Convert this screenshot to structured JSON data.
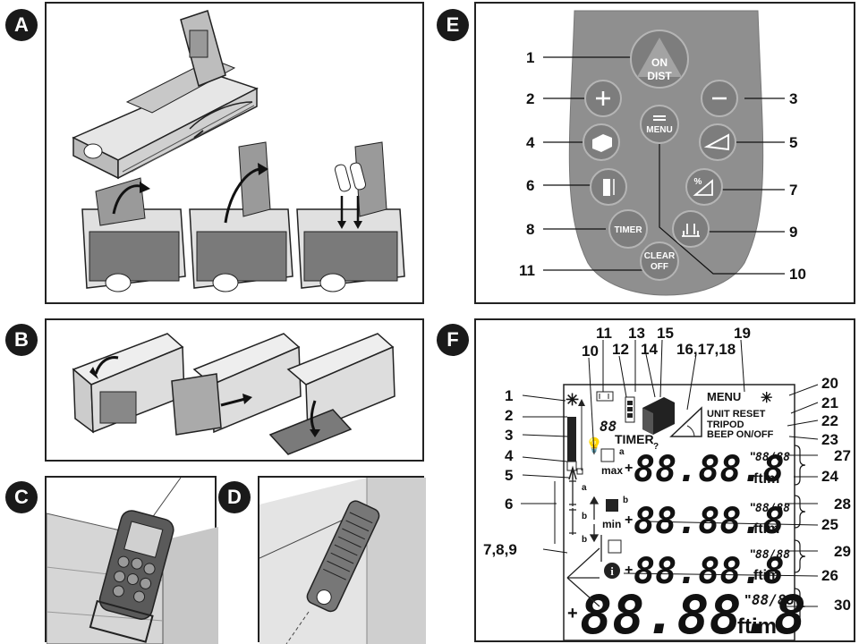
{
  "panels": {
    "a": "A",
    "b": "B",
    "c": "C",
    "d": "D",
    "e": "E",
    "f": "F"
  },
  "keypad": {
    "on_dist_top": "ON",
    "on_dist_bottom": "DIST",
    "menu": "MENU",
    "timer": "TIMER",
    "clear_top": "CLEAR",
    "clear_bottom": "OFF",
    "callouts": [
      "1",
      "2",
      "3",
      "4",
      "5",
      "6",
      "7",
      "8",
      "9",
      "10",
      "11"
    ]
  },
  "display": {
    "menu": "MENU",
    "unit_reset": "UNIT RESET",
    "tripod": "TRIPOD",
    "beep": "BEEP ON/OFF",
    "timer": "TIMER",
    "max": "max",
    "min": "min",
    "units": "ftim",
    "fraction": "88/88",
    "inch_mark": "\"",
    "digits": "88.88.8",
    "digits_large": "88.88.8",
    "small_digits": "88",
    "side_a": "a",
    "side_b": "b",
    "info": "i",
    "percent": "%",
    "callouts": [
      "1",
      "2",
      "3",
      "4",
      "5",
      "6",
      "7,8,9",
      "10",
      "11",
      "12",
      "13",
      "14",
      "15",
      "16,17,18",
      "19",
      "20",
      "21",
      "22",
      "23",
      "24",
      "25",
      "26",
      "27",
      "28",
      "29",
      "30"
    ]
  },
  "colors": {
    "keypad_body": "#8f8f8f",
    "button": "#7d7d7d",
    "button_ring": "#b5b5b5",
    "device_dark": "#5a5a5a",
    "wall": "#c7c7c7"
  }
}
